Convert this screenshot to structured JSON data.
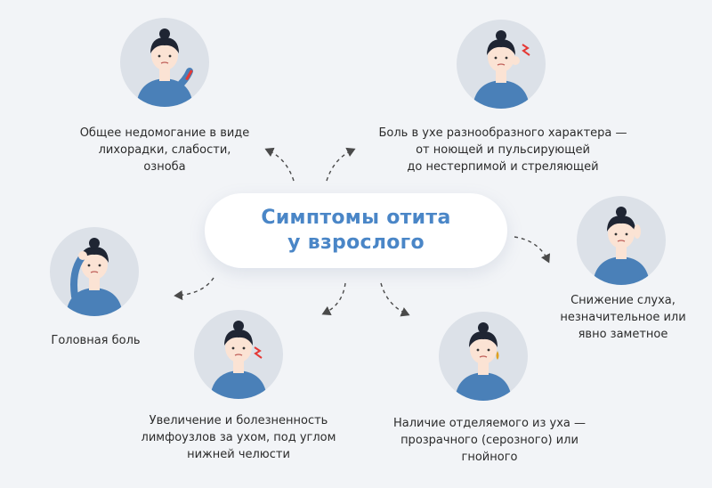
{
  "title": {
    "line1": "Симптомы отита",
    "line2": "у взрослого"
  },
  "symptoms": [
    {
      "id": "malaise",
      "lines": [
        "Общее недомогание в виде",
        "лихорадки, слабости,",
        "озноба"
      ]
    },
    {
      "id": "ear-pain",
      "lines": [
        "Боль в ухе разнообразного характера —",
        "от ноющей и пульсирующей",
        "до нестерпимой и стреляющей"
      ]
    },
    {
      "id": "hearing-loss",
      "lines": [
        "Снижение слуха,",
        "незначительное или",
        "явно заметное"
      ]
    },
    {
      "id": "discharge",
      "lines": [
        "Наличие отделяемого из уха —",
        "прозрачного (серозного) или",
        "гнойного"
      ]
    },
    {
      "id": "lymph-nodes",
      "lines": [
        "Увеличение и болезненность",
        "лимфоузлов за ухом, под углом",
        "нижней челюсти"
      ]
    },
    {
      "id": "headache",
      "lines": [
        "Головная боль"
      ]
    }
  ],
  "colors": {
    "accent": "#4a86c7",
    "shirt": "#4a80b8",
    "skin": "#fbe3d4",
    "hair": "#1f2533",
    "circle": "#dce1e8",
    "pain": "#e53935"
  }
}
